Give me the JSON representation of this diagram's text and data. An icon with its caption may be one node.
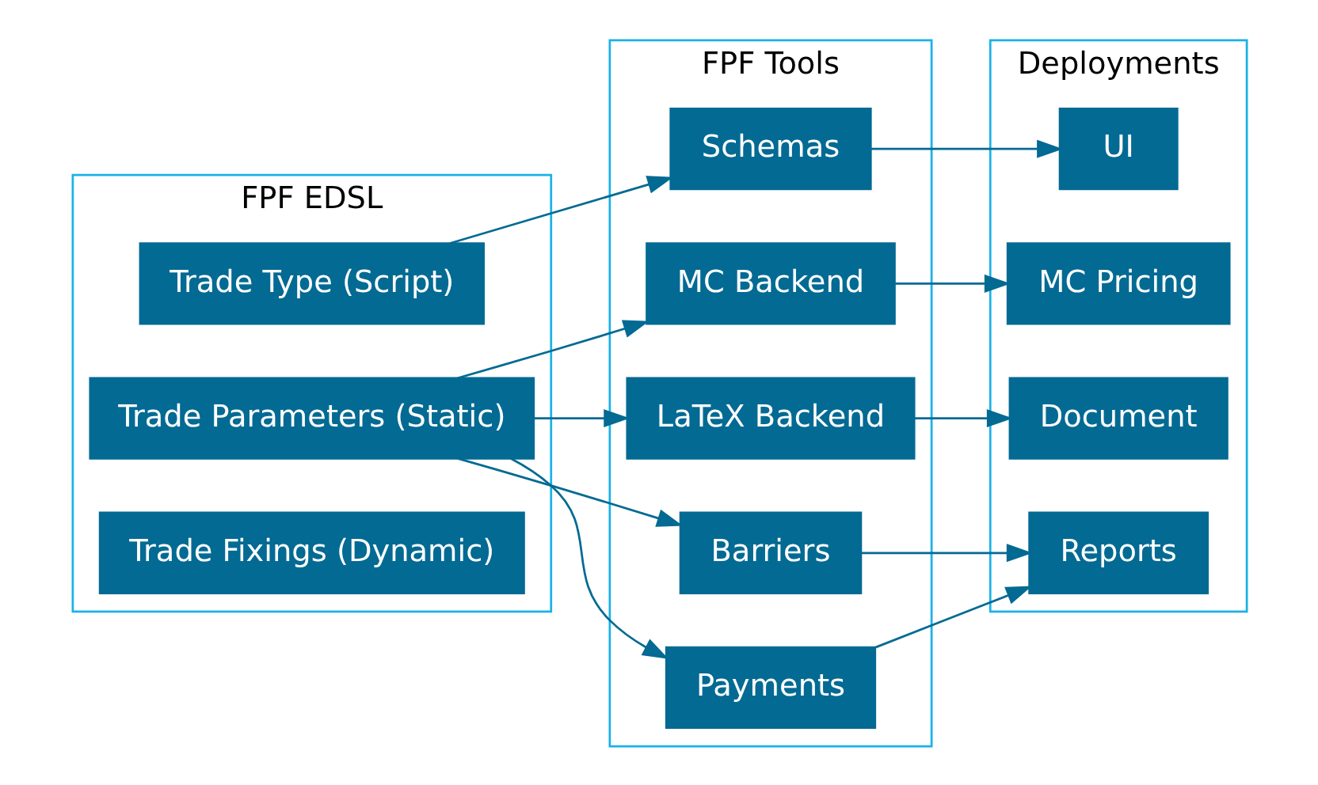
{
  "diagram": {
    "nodes": [
      {
        "text": [
          "FPF EDSL"
        ]
      },
      {
        "text": [
          "Trade Type (Script)"
        ],
        "in": 0
      },
      {
        "text": [
          "Trade Parameters (Static)"
        ],
        "in": 0
      },
      {
        "text": [
          "Trade Fixings (Dynamic)"
        ],
        "in": 0
      },
      {
        "text": [
          "FPF Tools"
        ]
      },
      {
        "text": [
          "Schemas"
        ],
        "in": 4
      },
      {
        "text": [
          "MC Backend"
        ],
        "in": 4
      },
      {
        "text": [
          "LaTeX Backend"
        ],
        "in": 4
      },
      {
        "text": [
          "Barriers"
        ],
        "in": 4
      },
      {
        "text": [
          "Payments"
        ],
        "in": 4
      },
      {
        "text": [
          "Deployments"
        ]
      },
      {
        "text": [
          "UI"
        ],
        "in": 10
      },
      {
        "text": [
          "MC Pricing"
        ],
        "in": 10
      },
      {
        "text": [
          "Document"
        ],
        "in": 10
      },
      {
        "text": [
          "Reports"
        ],
        "in": 10
      }
    ],
    "edges": [
      {
        "from": 1,
        "to": 5,
        "arrow": "to"
      },
      {
        "from": 2,
        "to": 6,
        "arrow": "to"
      },
      {
        "from": 2,
        "to": 7,
        "arrow": "to"
      },
      {
        "from": 2,
        "to": 8,
        "arrow": "to"
      },
      {
        "from": 2,
        "to": 9,
        "arrow": "to"
      },
      {
        "from": 5,
        "to": 11,
        "arrow": "to"
      },
      {
        "from": 6,
        "to": 12,
        "arrow": "to"
      },
      {
        "from": 7,
        "to": 13,
        "arrow": "to"
      },
      {
        "from": 8,
        "to": 14,
        "arrow": "to"
      },
      {
        "from": 9,
        "to": 14,
        "arrow": "to"
      }
    ]
  }
}
